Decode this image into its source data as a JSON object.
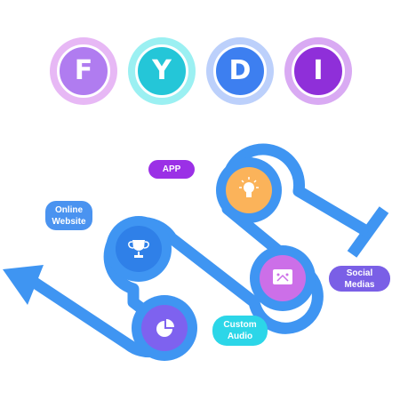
{
  "header": {
    "letters": [
      {
        "char": "F",
        "color_outer": "#e7b8f5",
        "color_inner": "#b07cf0"
      },
      {
        "char": "Y",
        "color_outer": "#9bf0f2",
        "color_inner": "#24c6d8"
      },
      {
        "char": "D",
        "color_outer": "#bcd0fb",
        "color_inner": "#3d7ff0"
      },
      {
        "char": "I",
        "color_outer": "#d9aaf3",
        "color_inner": "#8f2fd9"
      }
    ]
  },
  "labels": {
    "app": {
      "line1": "APP",
      "color": "#9b30e6"
    },
    "online_website": {
      "line1": "Online",
      "line2": "Website",
      "color": "#4a93f0"
    },
    "social_medias": {
      "line1": "Social",
      "line2": "Medias",
      "color": "#7a5fe6"
    },
    "custom_audio": {
      "line1": "Custom",
      "line2": "Audio",
      "color": "#2cd6e8"
    }
  },
  "path": {
    "color": "#3f95f2",
    "nodes": [
      {
        "icon": "lightbulb-icon",
        "color": "#fbb35a"
      },
      {
        "icon": "trophy-icon",
        "color": "#2f80e8"
      },
      {
        "icon": "chat-screen-icon",
        "color": "#cc6fe8"
      },
      {
        "icon": "pie-chart-icon",
        "color": "#7e62ef"
      }
    ]
  }
}
